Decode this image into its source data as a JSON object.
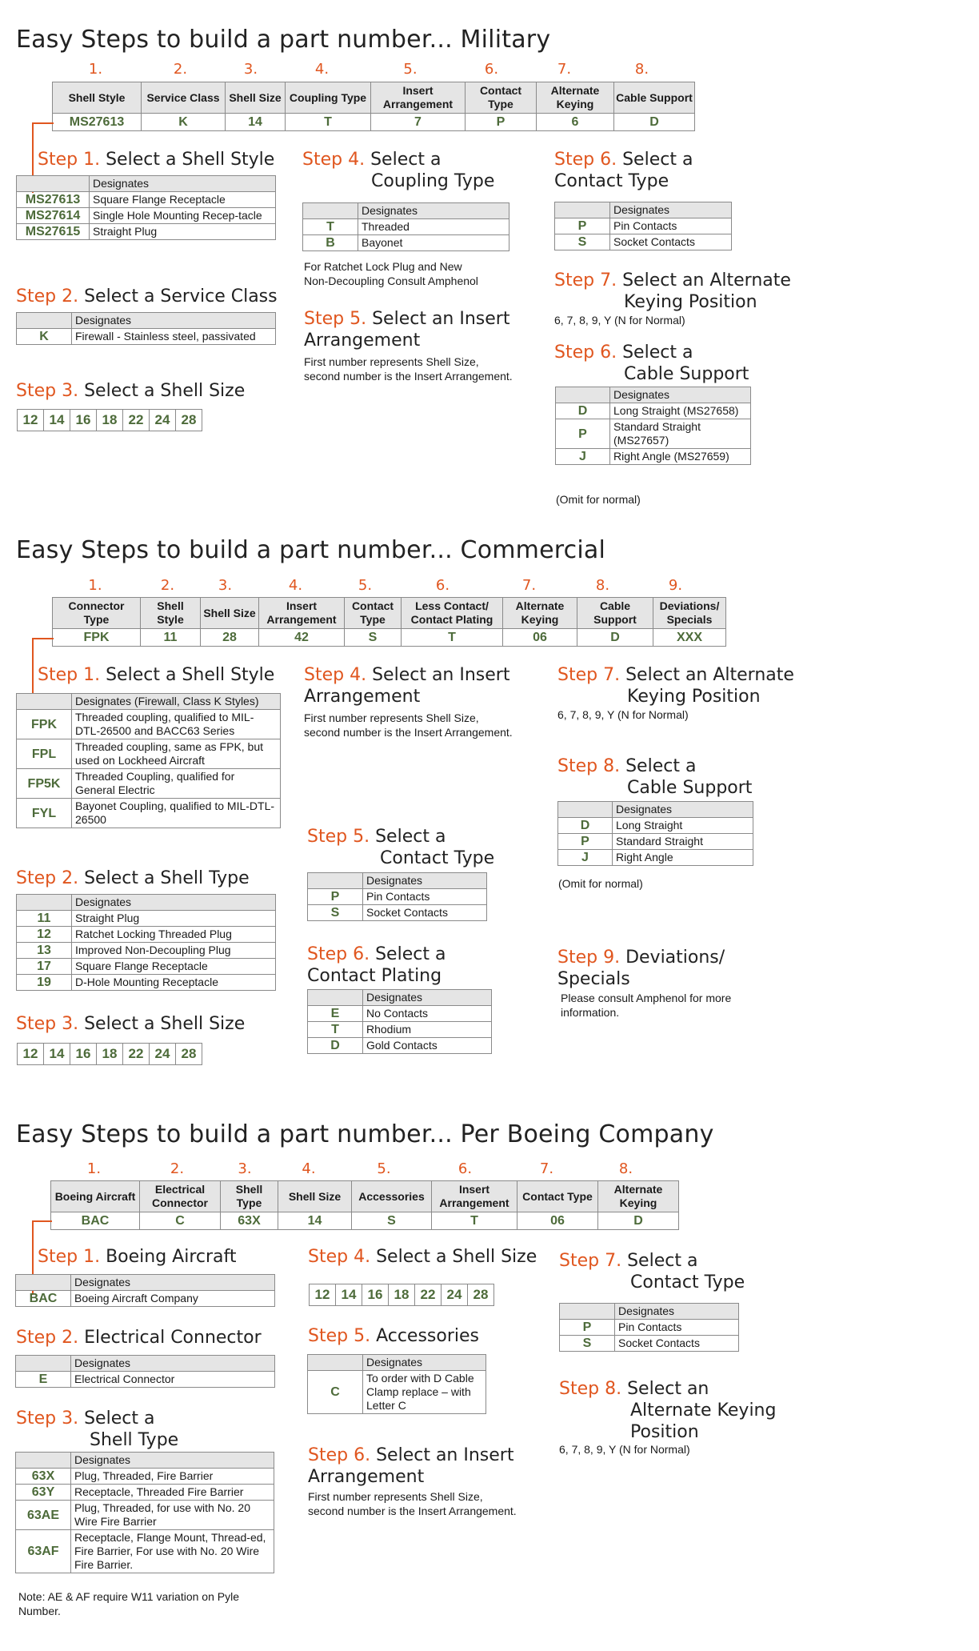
{
  "military": {
    "title": "Easy Steps to build a part number... Military",
    "numbers": [
      "1.",
      "2.",
      "3.",
      "4.",
      "5.",
      "6.",
      "7.",
      "8."
    ],
    "headers": [
      "Shell Style",
      "Service Class",
      "Shell Size",
      "Coupling Type",
      "Insert Arrangement",
      "Contact Type",
      "Alternate Keying",
      "Cable Support"
    ],
    "values": [
      "MS27613",
      "K",
      "14",
      "T",
      "7",
      "P",
      "6",
      "D"
    ],
    "step1": {
      "n": "Step 1.",
      "t": "Select a Shell Style",
      "hd": "Designates",
      "rows": [
        [
          "MS27613",
          "Square Flange Receptacle"
        ],
        [
          "MS27614",
          "Single Hole Mounting Recep-tacle"
        ],
        [
          "MS27615",
          "Straight Plug"
        ]
      ]
    },
    "step2": {
      "n": "Step 2.",
      "t": "Select a Service Class",
      "hd": "Designates",
      "rows": [
        [
          "K",
          "Firewall - Stainless steel, passivated"
        ]
      ]
    },
    "step3": {
      "n": "Step 3.",
      "t": "Select a Shell Size",
      "sizes": [
        "12",
        "14",
        "16",
        "18",
        "22",
        "24",
        "28"
      ]
    },
    "step4": {
      "n": "Step 4.",
      "t1": "Select a",
      "t2": "Coupling Type",
      "hd": "Designates",
      "rows": [
        [
          "T",
          "Threaded"
        ],
        [
          "B",
          "Bayonet"
        ]
      ],
      "note1": "For Ratchet Lock Plug and New",
      "note2": "Non-Decoupling Consult Amphenol"
    },
    "step5": {
      "n": "Step 5.",
      "t1": "Select an Insert",
      "t2": "Arrangement",
      "note1": "First number represents Shell Size,",
      "note2": "second number is the Insert Arrangement."
    },
    "step6": {
      "n": "Step 6.",
      "t1": "Select a",
      "t2": "Contact Type",
      "hd": "Designates",
      "rows": [
        [
          "P",
          "Pin Contacts"
        ],
        [
          "S",
          "Socket Contacts"
        ]
      ]
    },
    "step7": {
      "n": "Step 7.",
      "t1": "Select an Alternate",
      "t2": "Keying Position",
      "note": "6, 7, 8, 9, Y (N for Normal)"
    },
    "step8": {
      "n": "Step 6.",
      "t1": "Select a",
      "t2": "Cable Support",
      "hd": "Designates",
      "rows": [
        [
          "D",
          "Long Straight (MS27658)"
        ],
        [
          "P",
          "Standard Straight (MS27657)"
        ],
        [
          "J",
          "Right Angle (MS27659)"
        ]
      ],
      "note": "(Omit for normal)"
    }
  },
  "commercial": {
    "title": "Easy Steps to build a part number... Commercial",
    "numbers": [
      "1.",
      "2.",
      "3.",
      "4.",
      "5.",
      "6.",
      "7.",
      "8.",
      "9."
    ],
    "headers": [
      "Connector Type",
      "Shell Style",
      "Shell Size",
      "Insert Arrangement",
      "Contact Type",
      "Less Contact/ Contact Plating",
      "Alternate Keying",
      "Cable Support",
      "Deviations/ Specials"
    ],
    "values": [
      "FPK",
      "11",
      "28",
      "42",
      "S",
      "T",
      "06",
      "D",
      "XXX"
    ],
    "step1": {
      "n": "Step 1.",
      "t": "Select a Shell Style",
      "hd": "Designates (Firewall, Class K Styles)",
      "rows": [
        [
          "FPK",
          "Threaded coupling, qualified to MIL-DTL-26500 and BACC63 Series"
        ],
        [
          "FPL",
          "Threaded coupling, same as FPK, but used on Lockheed Aircraft"
        ],
        [
          "FP5K",
          "Threaded Coupling, qualified for General Electric"
        ],
        [
          "FYL",
          "Bayonet Coupling,  qualified to MIL-DTL-26500"
        ]
      ]
    },
    "step2": {
      "n": "Step 2.",
      "t": "Select a Shell Type",
      "hd": "Designates",
      "rows": [
        [
          "11",
          "Straight Plug"
        ],
        [
          "12",
          "Ratchet Locking Threaded Plug"
        ],
        [
          "13",
          "Improved Non-Decoupling Plug"
        ],
        [
          "17",
          "Square Flange Receptacle"
        ],
        [
          "19",
          "D-Hole Mounting Receptacle"
        ]
      ]
    },
    "step3": {
      "n": "Step 3.",
      "t": "Select a Shell Size",
      "sizes": [
        "12",
        "14",
        "16",
        "18",
        "22",
        "24",
        "28"
      ]
    },
    "step4": {
      "n": "Step 4.",
      "t1": "Select an Insert",
      "t2": "Arrangement",
      "note1": "First number represents Shell Size,",
      "note2": "second number is the Insert Arrangement."
    },
    "step5": {
      "n": "Step 5.",
      "t1": "Select a",
      "t2": "Contact Type",
      "hd": "Designates",
      "rows": [
        [
          "P",
          "Pin Contacts"
        ],
        [
          "S",
          "Socket Contacts"
        ]
      ]
    },
    "step6": {
      "n": "Step 6.",
      "t1": "Select a",
      "t2": "Contact Plating",
      "hd": "Designates",
      "rows": [
        [
          "E",
          "No Contacts"
        ],
        [
          "T",
          "Rhodium"
        ],
        [
          "D",
          "Gold Contacts"
        ]
      ]
    },
    "step7": {
      "n": "Step 7.",
      "t1": "Select an Alternate",
      "t2": "Keying Position",
      "note": "6, 7, 8, 9, Y (N for Normal)"
    },
    "step8": {
      "n": "Step 8.",
      "t1": "Select a",
      "t2": "Cable Support",
      "hd": "Designates",
      "rows": [
        [
          "D",
          "Long Straight"
        ],
        [
          "P",
          "Standard Straight"
        ],
        [
          "J",
          "Right Angle"
        ]
      ],
      "note": "(Omit for normal)"
    },
    "step9": {
      "n": "Step 9.",
      "t1": "Deviations/",
      "t2": "Specials",
      "note1": "Please consult Amphenol for more",
      "note2": "information."
    }
  },
  "boeing": {
    "title": "Easy Steps to build a part number... Per Boeing Company",
    "numbers": [
      "1.",
      "2.",
      "3.",
      "4.",
      "5.",
      "6.",
      "7.",
      "8."
    ],
    "headers": [
      "Boeing Aircraft",
      "Electrical Connector",
      "Shell Type",
      "Shell Size",
      "Accessories",
      "Insert Arrangement",
      "Contact Type",
      "Alternate Keying"
    ],
    "values": [
      "BAC",
      "C",
      "63X",
      "14",
      "S",
      "T",
      "06",
      "D"
    ],
    "step1": {
      "n": "Step 1.",
      "t": "Boeing Aircraft",
      "hd": "Designates",
      "rows": [
        [
          "BAC",
          "Boeing Aircraft Company"
        ]
      ]
    },
    "step2": {
      "n": "Step 2.",
      "t": "Electrical Connector",
      "hd": "Designates",
      "rows": [
        [
          "E",
          "Electrical Connector"
        ]
      ]
    },
    "step3": {
      "n": "Step 3.",
      "t1": "Select a",
      "t2": "Shell Type",
      "hd": "Designates",
      "rows": [
        [
          "63X",
          "Plug, Threaded, Fire Barrier"
        ],
        [
          "63Y",
          "Receptacle, Threaded Fire Barrier"
        ],
        [
          "63AE",
          "Plug, Threaded, for use with No. 20 Wire Fire Barrier"
        ],
        [
          "63AF",
          "Receptacle, Flange Mount, Thread-ed, Fire Barrier, For use with No. 20 Wire Fire Barrier."
        ]
      ],
      "note1": "Note: AE & AF require W11 variation on Pyle",
      "note2": "Number."
    },
    "step4": {
      "n": "Step 4.",
      "t": "Select a Shell Size",
      "sizes": [
        "12",
        "14",
        "16",
        "18",
        "22",
        "24",
        "28"
      ]
    },
    "step5": {
      "n": "Step 5.",
      "t": "Accessories",
      "hd": "Designates",
      "rows": [
        [
          "C",
          "To order with D Cable Clamp replace – with Letter C"
        ]
      ]
    },
    "step6": {
      "n": "Step 6.",
      "t1": "Select an Insert",
      "t2": "Arrangement",
      "note1": "First number represents Shell Size,",
      "note2": "second number is the Insert Arrangement."
    },
    "step7": {
      "n": "Step 7.",
      "t1": "Select a",
      "t2": "Contact Type",
      "hd": "Designates",
      "rows": [
        [
          "P",
          "Pin Contacts"
        ],
        [
          "S",
          "Socket Contacts"
        ]
      ]
    },
    "step8": {
      "n": "Step 8.",
      "t1": "Select an",
      "t2": "Alternate Keying",
      "t3": "Position",
      "note": "6, 7, 8, 9, Y (N for Normal)"
    }
  }
}
